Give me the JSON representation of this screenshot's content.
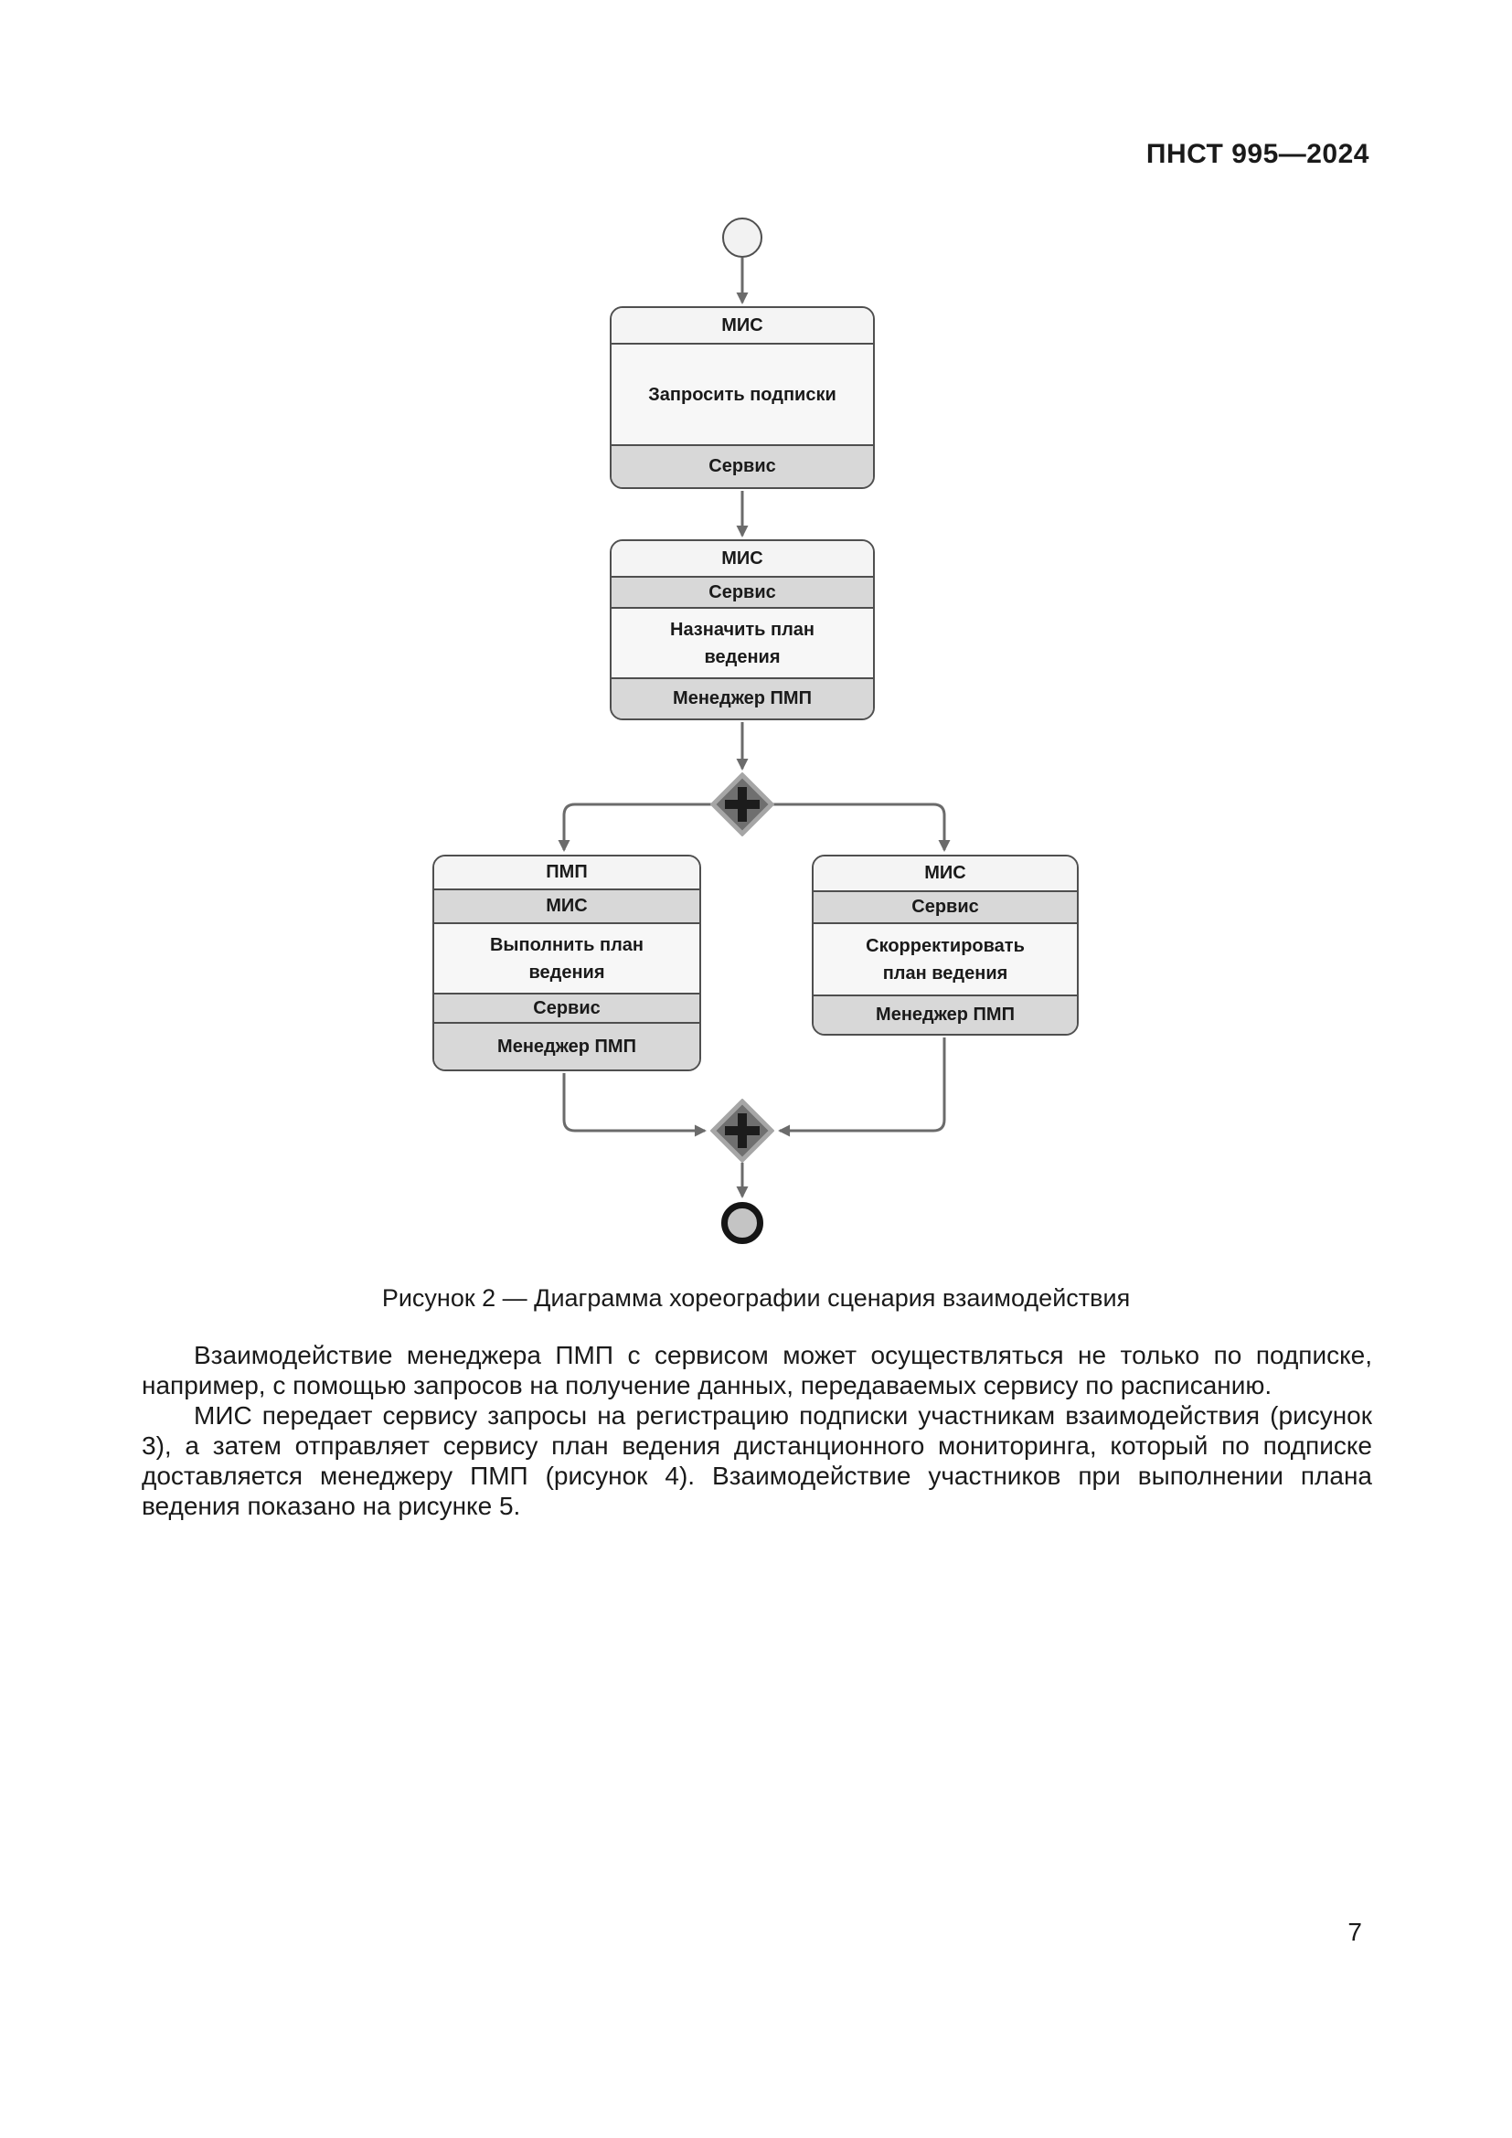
{
  "page": {
    "header": "ПНСТ 995—2024",
    "number": "7"
  },
  "figure": {
    "caption": "Рисунок 2 — Диаграмма хореографии сценария взаимодействия",
    "type": "bpmn-choreography",
    "colors": {
      "band_light": "#f4f4f4",
      "band_gray": "#d8d8d8",
      "box_border": "#4f4f4f",
      "connector": "#6b6b6b",
      "gateway_fill": "#6f6f6f",
      "gateway_border": "#a6a6a6",
      "end_event_ring": "#151515"
    },
    "tasks": {
      "request_subscriptions": {
        "participant_top": "МИС",
        "name": "Запросить подписки",
        "participant_bottom": "Сервис"
      },
      "assign_plan": {
        "participant_top": "МИС",
        "participant_second": "Сервис",
        "name": "Назначить план ведения",
        "participant_bottom": "Менеджер ПМП"
      },
      "execute_plan": {
        "participant_top": "ПМП",
        "participant_second": "МИС",
        "name": "Выполнить план ведения",
        "participant_third": "Сервис",
        "participant_bottom": "Менеджер ПМП"
      },
      "adjust_plan": {
        "participant_top": "МИС",
        "participant_second": "Сервис",
        "name": "Скорректировать план ведения",
        "participant_bottom": "Менеджер ПМП"
      }
    }
  },
  "body_text": {
    "paragraph_1": "Взаимодействие менеджера ПМП с сервисом может осуществляться не только по подписке, например, с помощью запросов на получение данных, передаваемых сервису по расписанию.",
    "paragraph_2": "МИС передает сервису запросы на регистрацию подписки участникам взаимодействия (рисунок 3), а затем отправляет сервису план ведения дистанционного мониторинга, который по подписке доставляется менеджеру ПМП (рисунок 4). Взаимодействие участников при выполнении плана ведения показано на рисунке 5."
  }
}
